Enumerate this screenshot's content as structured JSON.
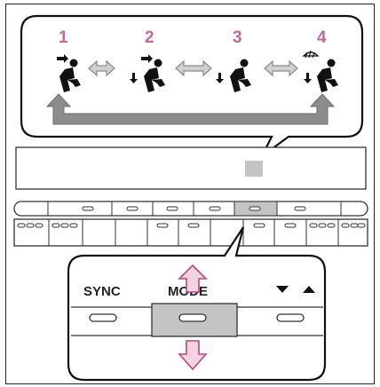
{
  "modes": [
    {
      "number": "1",
      "icon": "airflow-face-icon"
    },
    {
      "number": "2",
      "icon": "airflow-face-feet-icon"
    },
    {
      "number": "3",
      "icon": "airflow-feet-icon"
    },
    {
      "number": "4",
      "icon": "airflow-feet-windshield-icon"
    }
  ],
  "panel": {
    "sync_label": "SYNC",
    "mode_label": "MODE",
    "down_icon": "triangle-down-icon",
    "up_icon": "triangle-up-icon"
  },
  "colors": {
    "mode_number": "#c8679a",
    "arrow_fill": "#f4d3e3",
    "arrow_stroke": "#c0457c",
    "highlight": "#c4c4c4",
    "cycle_arrow": "#8c8c8c"
  }
}
